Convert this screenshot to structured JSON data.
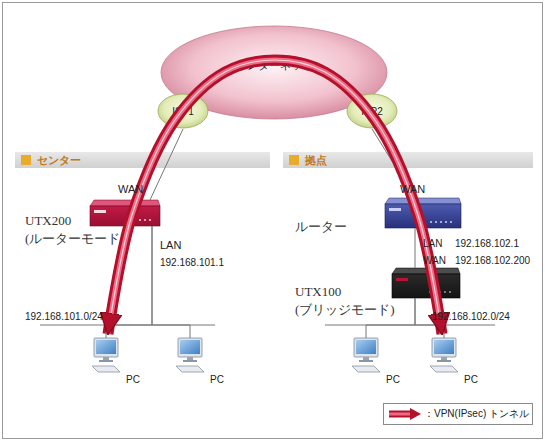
{
  "diagram": {
    "nodes": [
      {
        "text": [
          "インターネット"
        ]
      },
      {
        "text": [
          "ISP1"
        ]
      },
      {
        "text": [
          "ISP2"
        ]
      },
      {
        "text": [
          "センター"
        ]
      },
      {
        "text": [
          "UTX200 (ルーターモード)"
        ],
        "in": 3
      },
      {
        "text": [
          "PC"
        ],
        "in": 3
      },
      {
        "text": [
          "PC"
        ],
        "in": 3
      },
      {
        "text": [
          "拠点"
        ]
      },
      {
        "text": [
          "ルーター"
        ],
        "in": 7
      },
      {
        "text": [
          "UTX100 (ブリッジモード)"
        ],
        "in": 7
      },
      {
        "text": [
          "PC"
        ],
        "in": 7
      },
      {
        "text": [
          "PC"
        ],
        "in": 7
      }
    ],
    "edges": [
      {
        "from": 4,
        "to": 1,
        "arrow": "none"
      },
      {
        "from": 8,
        "to": 2,
        "arrow": "none"
      },
      {
        "from": 8,
        "to": 9,
        "arrow": "none"
      },
      {
        "from": 4,
        "to": 5,
        "arrow": "none"
      },
      {
        "from": 4,
        "to": 6,
        "arrow": "none"
      },
      {
        "from": 9,
        "to": 10,
        "arrow": "none"
      },
      {
        "from": 9,
        "to": 11,
        "arrow": "none"
      },
      {
        "from": 5,
        "to": 11,
        "arrow": "both"
      }
    ],
    "labels": [
      "WAN",
      "LAN",
      "192.168.101.1",
      "192.168.101.0/24",
      "WAN",
      "LAN",
      "192.168.102.1",
      "WAN",
      "192.168.102.200",
      "192.168.102.0/24"
    ],
    "legend": [
      {
        "text": "：VPN(IPsec) トンネル"
      }
    ]
  }
}
